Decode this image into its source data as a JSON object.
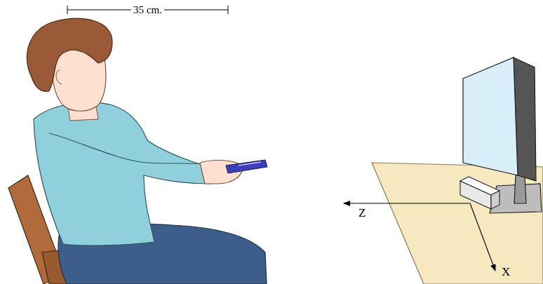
{
  "diagram": {
    "labels": [
      "35 cm.",
      "Z",
      "X"
    ]
  }
}
